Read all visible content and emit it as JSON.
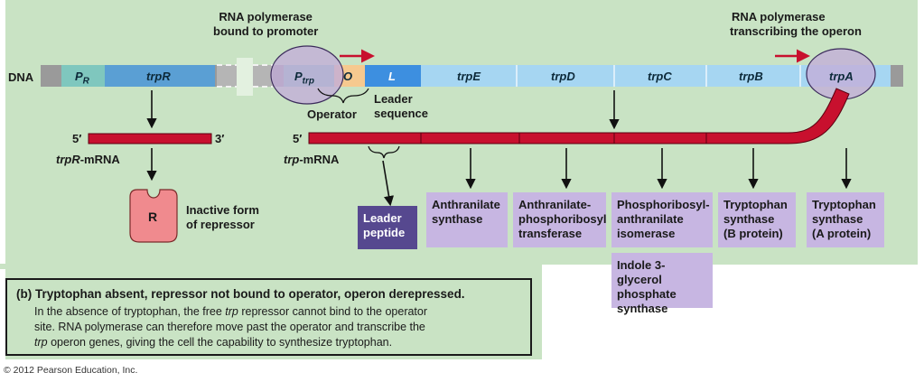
{
  "labels": {
    "dna": "DNA",
    "rnap_promoter_1": "RNA polymerase",
    "rnap_promoter_2": "bound to promoter",
    "rnap_operon_1": "RNA polymerase",
    "rnap_operon_2": "transcribing the operon",
    "operator": "Operator",
    "leader_seq_1": "Leader",
    "leader_seq_2": "sequence",
    "five_prime_a": "5′",
    "three_prime": "3′",
    "five_prime_b": "5′",
    "trpR_mrna_gene": "trpR",
    "trpR_mrna_suffix": "-mRNA",
    "trp_mrna_gene": "trp",
    "trp_mrna_suffix": "-mRNA",
    "inactive_1": "Inactive form",
    "inactive_2": "of repressor",
    "repressor_letter": "R"
  },
  "dna_segments": {
    "pr": "P",
    "pr_sub": "R",
    "trpR": "trpR",
    "ptrp": "P",
    "ptrp_sub": "trp",
    "o": "O",
    "l": "L",
    "trpE": "trpE",
    "trpD": "trpD",
    "trpC": "trpC",
    "trpB": "trpB",
    "trpA": "trpA"
  },
  "products": {
    "leader": [
      "Leader",
      "peptide"
    ],
    "e": [
      "Anthranilate",
      "synthase"
    ],
    "d": [
      "Anthranilate-",
      "phosphoribosyl",
      "transferase"
    ],
    "c": [
      "Phosphoribosyl-",
      "anthranilate",
      "isomerase"
    ],
    "c2": [
      "Indole 3-glycerol",
      "phosphate",
      "synthase"
    ],
    "b": [
      "Tryptophan",
      "synthase",
      "(B protein)"
    ],
    "a": [
      "Tryptophan",
      "synthase",
      "(A protein)"
    ]
  },
  "caption": {
    "heading": "(b) Tryptophan absent, repressor not bound to operator, operon derepressed.",
    "line1_a": "In the absence of tryptophan, the free ",
    "line1_it": "trp",
    "line1_b": " repressor cannot bind to the operator",
    "line2": "site. RNA polymerase can therefore move past the operator and transcribe the",
    "line3_it": "trp",
    "line3_b": " operon genes, giving the cell the capability to synthesize tryptophan."
  },
  "copyright": "© 2012 Pearson Education, Inc.",
  "colors": {
    "background": "#c9e3c4",
    "dna_gray": "#9a9a9a",
    "promoter_teal": "#7fc7be",
    "trpR_blue": "#5a9fd4",
    "leader_blue": "#3d8fe0",
    "gene_light_blue": "#a6d6f2",
    "operator_orange": "#f6c98f",
    "polymerase_purple": "#c3aed8",
    "mrna_red": "#c8102e",
    "repressor_pink": "#f08a8e",
    "product_purple": "#c7b6e2",
    "leader_peptide": "#56488f"
  }
}
